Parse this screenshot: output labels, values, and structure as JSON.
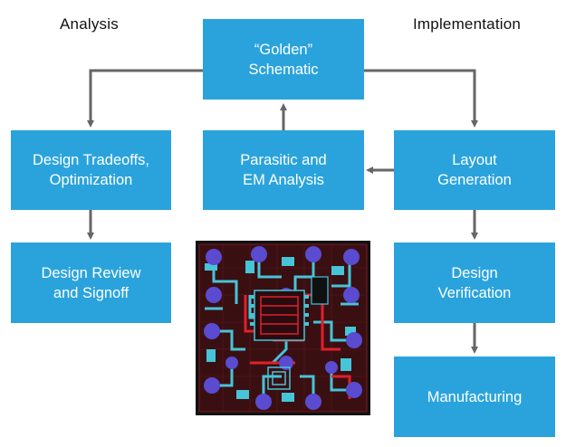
{
  "headings": {
    "left": "Analysis",
    "right": "Implementation"
  },
  "boxes": {
    "golden": [
      "“Golden”",
      "Schematic"
    ],
    "tradeoffs": [
      "Design Tradeoffs,",
      "Optimization"
    ],
    "parasitic": [
      "Parasitic and",
      "EM Analysis"
    ],
    "layout": [
      "Layout",
      "Generation"
    ],
    "review": [
      "Design Review",
      "and Signoff"
    ],
    "verification": [
      "Design",
      "Verification"
    ],
    "manufacturing": [
      "Manufacturing"
    ]
  },
  "colors": {
    "box_fill": "#2aa3dc",
    "arrow": "#666666",
    "chip_background": "#3a0f12",
    "chip_trace_cyan": "#46c4d8",
    "chip_trace_red": "#e0202a",
    "chip_pad_purple": "#5a4bd0"
  }
}
